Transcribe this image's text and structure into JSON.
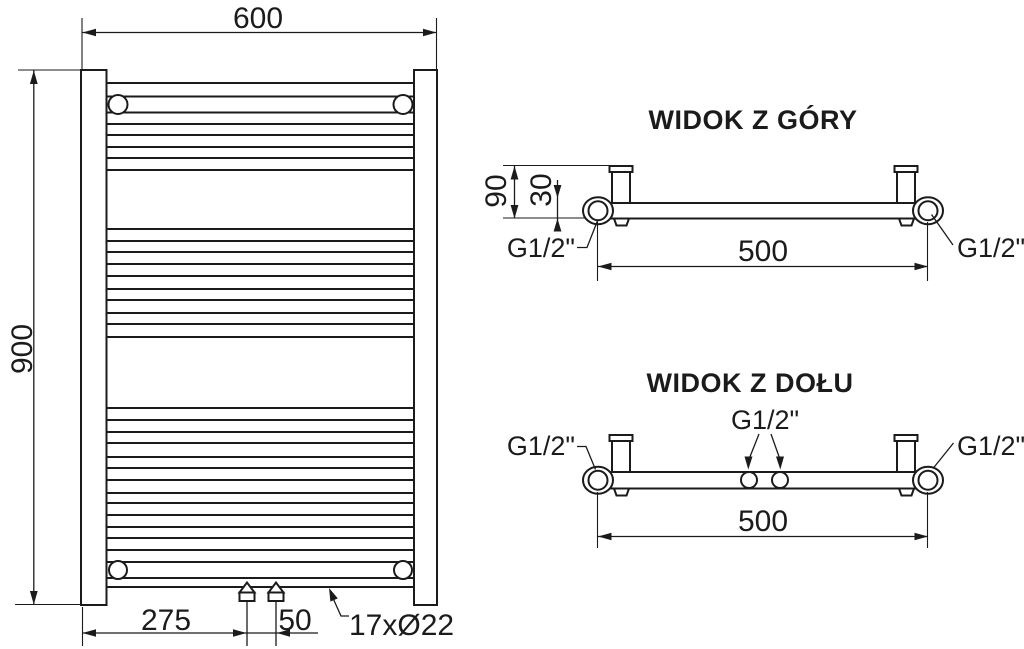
{
  "drawing": {
    "front": {
      "width_label": "600",
      "height_label": "900",
      "offset_label": "275",
      "valve_spacing_label": "50",
      "tube_spec_label": "17xØ22"
    },
    "top_view": {
      "title": "WIDOK Z GÓRY",
      "depth_label": "90",
      "inset_label": "30",
      "span_label": "500",
      "thread_label_left": "G1/2\"",
      "thread_label_right": "G1/2\""
    },
    "bottom_view": {
      "title": "WIDOK Z DOŁU",
      "span_label": "500",
      "thread_label_left": "G1/2\"",
      "thread_label_center": "G1/2\"",
      "thread_label_right": "G1/2\""
    },
    "colors": {
      "line": "#1b1b1b",
      "background": "#ffffff"
    }
  }
}
